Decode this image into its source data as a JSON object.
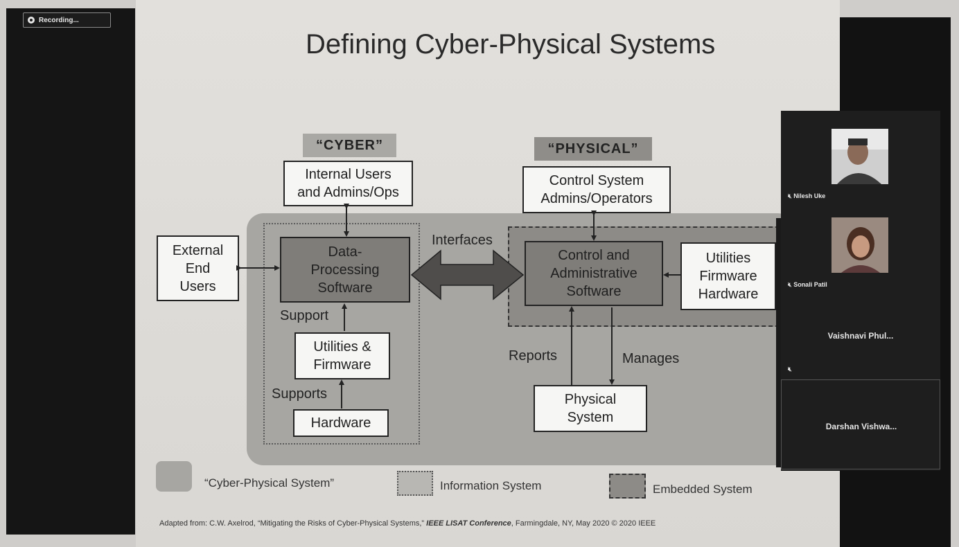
{
  "recording": {
    "label": "Recording..."
  },
  "slide": {
    "title": "Defining Cyber-Physical Systems",
    "cyber_tag": "“CYBER”",
    "physical_tag": "“PHYSICAL”",
    "boxes": {
      "internal_users": "Internal Users\nand Admins/Ops",
      "control_admins": "Control System\nAdmins/Operators",
      "external_users": "External\nEnd\nUsers",
      "data_processing": "Data-\nProcessing\nSoftware",
      "control_software": "Control and\nAdministrative\nSoftware",
      "utilities_fhw": "Utilities\nFirmware\nHardware",
      "utilities_firmware": "Utilities &\nFirmware",
      "hardware": "Hardware",
      "physical_system": "Physical\nSystem"
    },
    "labels": {
      "interfaces": "Interfaces",
      "support": "Support",
      "supports": "Supports",
      "reports": "Reports",
      "manages": "Manages"
    },
    "legend": {
      "cps": "“Cyber-Physical System”",
      "info": "Information System",
      "embedded": "Embedded System"
    },
    "citation": {
      "prefix": "Adapted from: C.W. Axelrod, “Mitigating the Risks of Cyber-Physical Systems,” ",
      "venue": "IEEE LISAT Conference",
      "suffix": ", Farmingdale, NY, May 2020 © 2020 IEEE"
    }
  },
  "participants": [
    {
      "name": "Nilesh Uke"
    },
    {
      "name": "Sonali Patil"
    },
    {
      "name": "Vaishnavi Phul..."
    },
    {
      "name": "Darshan Vishwa..."
    }
  ],
  "colors": {
    "cps_fill": "#a7a6a2",
    "embedded_fill": "#8d8b87",
    "info_fill": "#b8b7b3"
  }
}
